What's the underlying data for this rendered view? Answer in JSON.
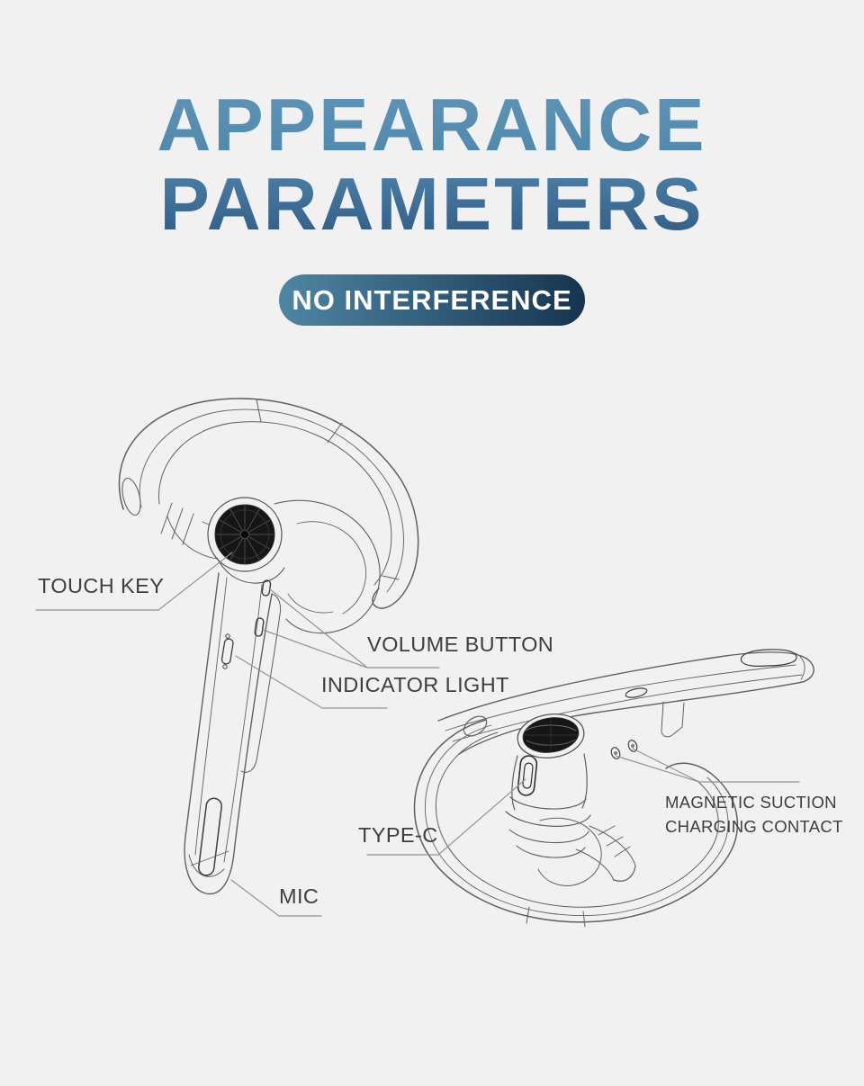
{
  "theme": {
    "bg": "#f1f1f2",
    "title1-from": "#5e94b6",
    "title1-to": "#4f88ad",
    "title2-from": "#4d81a8",
    "title2-to": "#305c85",
    "badge-from": "#4e86a4",
    "badge-to": "#16344e",
    "badge-text": "#ffffff",
    "label-color": "#3e3e3e",
    "line-color": "#606060",
    "line-dark": "#383838",
    "leader-color": "#949494",
    "disc-color": "#161616"
  },
  "header": {
    "title_line1": "APPEARANCE",
    "title_line2": "PARAMETERS",
    "badge_label": "NO INTERFERENCE"
  },
  "diagram": {
    "type": "product-callout-diagram",
    "subject": "wireless ear-hook bluetooth headset, two line-art views",
    "callouts": [
      {
        "id": "touch-key",
        "label": "TOUCH KEY"
      },
      {
        "id": "volume-button",
        "label": "VOLUME BUTTON"
      },
      {
        "id": "indicator-light",
        "label": "INDICATOR LIGHT"
      },
      {
        "id": "type-c",
        "label": "TYPE-C"
      },
      {
        "id": "mic",
        "label": "MIC"
      },
      {
        "id": "magnetic-suction",
        "label": "MAGNETIC SUCTION",
        "label_line2": "CHARGING CONTACT"
      }
    ]
  }
}
